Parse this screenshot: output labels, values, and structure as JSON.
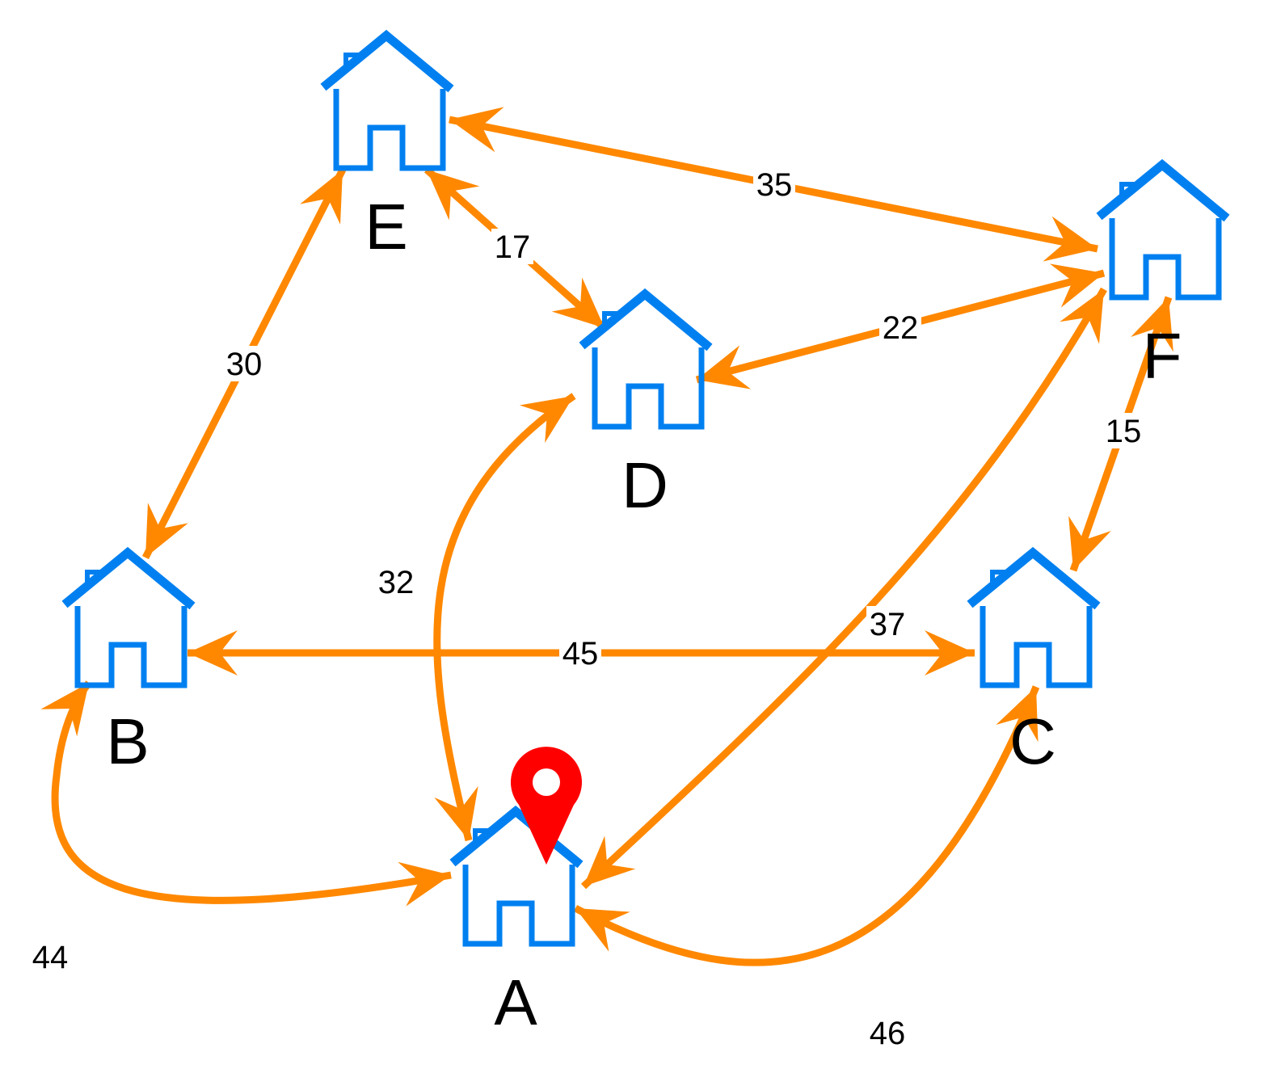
{
  "colors": {
    "edge": "#FF8800",
    "house": "#0080F0",
    "pin": "#FF0000",
    "text": "#000000"
  },
  "nodes": [
    {
      "id": "A",
      "label": "A",
      "icon": "house-icon",
      "start": true
    },
    {
      "id": "B",
      "label": "B",
      "icon": "house-icon"
    },
    {
      "id": "C",
      "label": "C",
      "icon": "house-icon"
    },
    {
      "id": "D",
      "label": "D",
      "icon": "house-icon"
    },
    {
      "id": "E",
      "label": "E",
      "icon": "house-icon"
    },
    {
      "id": "F",
      "label": "F",
      "icon": "house-icon"
    }
  ],
  "start_marker": {
    "icon": "location-pin-icon",
    "node": "A"
  },
  "edges": [
    {
      "id": "E-F",
      "from": "E",
      "to": "F",
      "weight": "35",
      "bidirectional": true
    },
    {
      "id": "E-D",
      "from": "E",
      "to": "D",
      "weight": "17",
      "bidirectional": true
    },
    {
      "id": "E-B",
      "from": "E",
      "to": "B",
      "weight": "30",
      "bidirectional": true
    },
    {
      "id": "D-F",
      "from": "D",
      "to": "F",
      "weight": "22",
      "bidirectional": true
    },
    {
      "id": "F-C",
      "from": "F",
      "to": "C",
      "weight": "15",
      "bidirectional": true
    },
    {
      "id": "B-C",
      "from": "B",
      "to": "C",
      "weight": "45",
      "bidirectional": true
    },
    {
      "id": "A-D",
      "from": "A",
      "to": "D",
      "weight": "32",
      "bidirectional": true
    },
    {
      "id": "A-F",
      "from": "A",
      "to": "F",
      "weight": "37",
      "bidirectional": true
    },
    {
      "id": "A-B",
      "from": "A",
      "to": "B",
      "weight": "44",
      "bidirectional": true
    },
    {
      "id": "A-C",
      "from": "A",
      "to": "C",
      "weight": "46",
      "bidirectional": true
    }
  ]
}
